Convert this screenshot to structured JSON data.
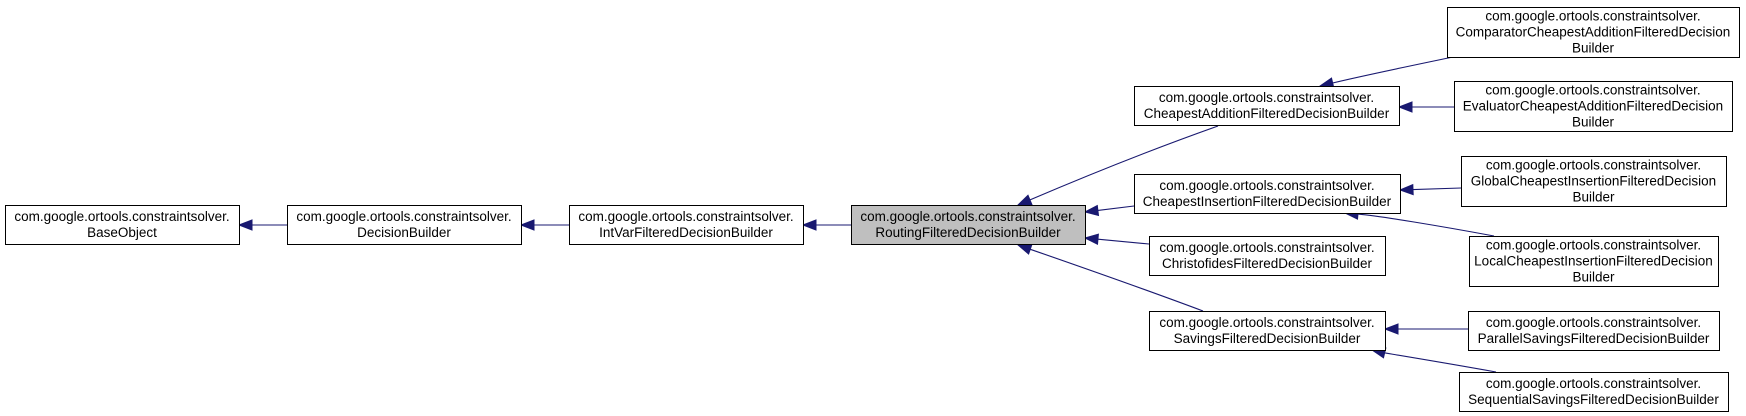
{
  "diagram": {
    "type": "class-inheritance-graph",
    "edge_color": "#191970",
    "node_fill": "#ffffff",
    "focus_fill": "#bfbfbf",
    "nodes": [
      {
        "id": "base_object",
        "lines": [
          "com.google.ortools.constraintsolver.",
          "BaseObject"
        ]
      },
      {
        "id": "decision_builder",
        "lines": [
          "com.google.ortools.constraintsolver.",
          "DecisionBuilder"
        ]
      },
      {
        "id": "int_var_filtered",
        "lines": [
          "com.google.ortools.constraintsolver.",
          "IntVarFilteredDecisionBuilder"
        ]
      },
      {
        "id": "routing_filtered",
        "focus": true,
        "lines": [
          "com.google.ortools.constraintsolver.",
          "RoutingFilteredDecisionBuilder"
        ]
      },
      {
        "id": "cheapest_addition",
        "lines": [
          "com.google.ortools.constraintsolver.",
          "CheapestAdditionFilteredDecisionBuilder"
        ]
      },
      {
        "id": "cheapest_insertion",
        "lines": [
          "com.google.ortools.constraintsolver.",
          "CheapestInsertionFilteredDecisionBuilder"
        ]
      },
      {
        "id": "christofides",
        "lines": [
          "com.google.ortools.constraintsolver.",
          "ChristofidesFilteredDecisionBuilder"
        ]
      },
      {
        "id": "savings",
        "lines": [
          "com.google.ortools.constraintsolver.",
          "SavingsFilteredDecisionBuilder"
        ]
      },
      {
        "id": "comparator_cheapest_addition",
        "lines": [
          "com.google.ortools.constraintsolver.",
          "ComparatorCheapestAdditionFilteredDecision",
          "Builder"
        ]
      },
      {
        "id": "evaluator_cheapest_addition",
        "lines": [
          "com.google.ortools.constraintsolver.",
          "EvaluatorCheapestAdditionFilteredDecision",
          "Builder"
        ]
      },
      {
        "id": "global_cheapest_insertion",
        "lines": [
          "com.google.ortools.constraintsolver.",
          "GlobalCheapestInsertionFilteredDecision",
          "Builder"
        ]
      },
      {
        "id": "local_cheapest_insertion",
        "lines": [
          "com.google.ortools.constraintsolver.",
          "LocalCheapestInsertionFilteredDecision",
          "Builder"
        ]
      },
      {
        "id": "parallel_savings",
        "lines": [
          "com.google.ortools.constraintsolver.",
          "ParallelSavingsFilteredDecisionBuilder"
        ]
      },
      {
        "id": "sequential_savings",
        "lines": [
          "com.google.ortools.constraintsolver.",
          "SequentialSavingsFilteredDecisionBuilder"
        ]
      }
    ],
    "edges": [
      {
        "child": "decision_builder",
        "parent": "base_object"
      },
      {
        "child": "int_var_filtered",
        "parent": "decision_builder"
      },
      {
        "child": "routing_filtered",
        "parent": "int_var_filtered"
      },
      {
        "child": "cheapest_addition",
        "parent": "routing_filtered"
      },
      {
        "child": "cheapest_insertion",
        "parent": "routing_filtered"
      },
      {
        "child": "christofides",
        "parent": "routing_filtered"
      },
      {
        "child": "savings",
        "parent": "routing_filtered"
      },
      {
        "child": "comparator_cheapest_addition",
        "parent": "cheapest_addition"
      },
      {
        "child": "evaluator_cheapest_addition",
        "parent": "cheapest_addition"
      },
      {
        "child": "global_cheapest_insertion",
        "parent": "cheapest_insertion"
      },
      {
        "child": "local_cheapest_insertion",
        "parent": "cheapest_insertion"
      },
      {
        "child": "parallel_savings",
        "parent": "savings"
      },
      {
        "child": "sequential_savings",
        "parent": "savings"
      }
    ]
  }
}
